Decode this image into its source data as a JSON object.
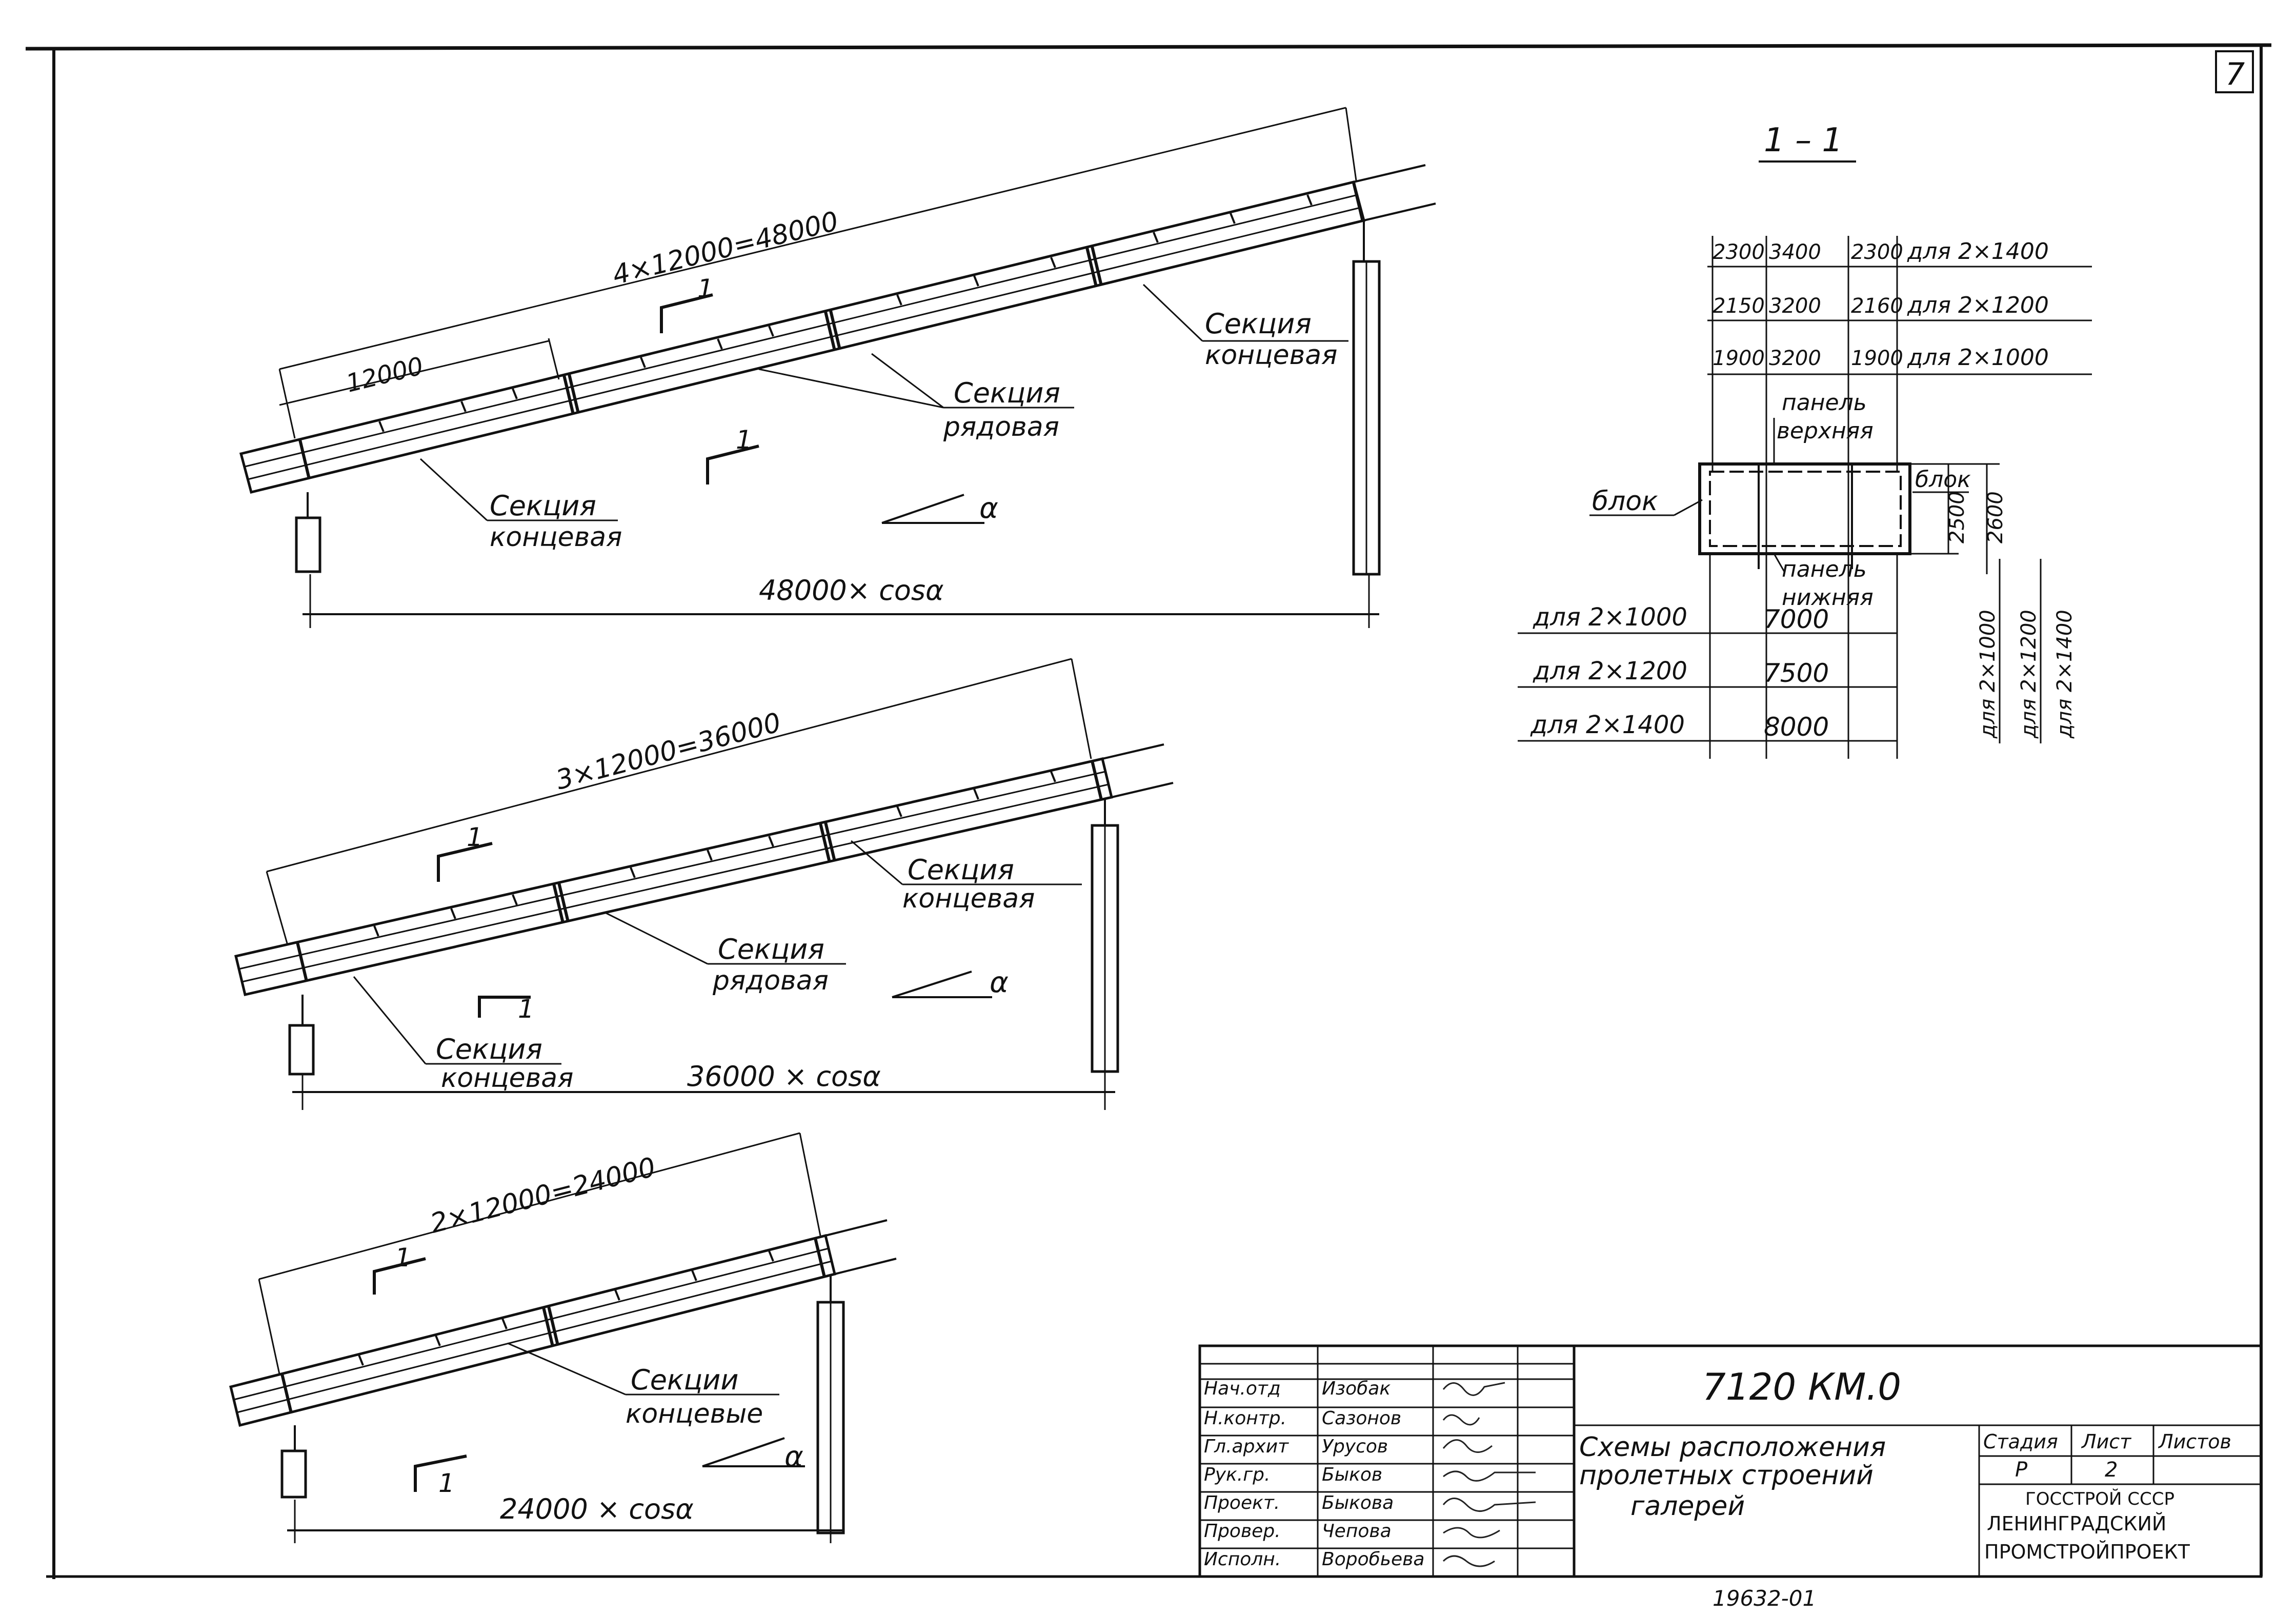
{
  "sheet": {
    "page_number": "7",
    "bottom_code": "19632-01"
  },
  "section": {
    "title": "1 – 1",
    "dims_rows": [
      {
        "a": "2300",
        "b": "3400",
        "c": "2300",
        "label": "для 2×1400"
      },
      {
        "a": "2150",
        "b": "3200",
        "c": "2160",
        "label": "для 2×1200"
      },
      {
        "a": "1900",
        "b": "3200",
        "c": "1900",
        "label": "для 2×1000"
      }
    ],
    "panel_top_1": "панель",
    "panel_top_2": "верхняя",
    "panel_bottom_1": "панель",
    "panel_bottom_2": "нижняя",
    "block_left": "блок",
    "block_right": "блок",
    "height_2500": "2500",
    "height_2600": "2600",
    "width_rows": [
      {
        "label": "для 2×1000",
        "value": "7000"
      },
      {
        "label": "для 2×1200",
        "value": "7500"
      },
      {
        "label": "для 2×1400",
        "value": "8000"
      }
    ],
    "vert_labels": [
      "для 2×1000",
      "для 2×1200",
      "для 2×1400"
    ]
  },
  "diagram1": {
    "top_dim": "4×12000=48000",
    "sub_dim": "12000",
    "section_mark": "1",
    "lbl_end_left_1": "Секция",
    "lbl_end_left_2": "концевая",
    "lbl_mid_1": "Секция",
    "lbl_mid_2": "рядовая",
    "lbl_end_right_1": "Секция",
    "lbl_end_right_2": "концевая",
    "alpha": "α",
    "bottom_dim": "48000× cosα"
  },
  "diagram2": {
    "top_dim": "3×12000=36000",
    "section_mark": "1",
    "lbl_end_left_1": "Секция",
    "lbl_end_left_2": "концевая",
    "lbl_mid_1": "Секция",
    "lbl_mid_2": "рядовая",
    "lbl_end_right_1": "Секция",
    "lbl_end_right_2": "концевая",
    "alpha": "α",
    "bottom_dim": "36000 × cosα"
  },
  "diagram3": {
    "top_dim": "2×12000=24000",
    "section_mark": "1",
    "lbl_1": "Секции",
    "lbl_2": "концевые",
    "alpha": "α",
    "bottom_dim": "24000 × cosα"
  },
  "title_block": {
    "roles": [
      "Нач.отд",
      "Н.контр.",
      "Гл.архит",
      "Рук.гр.",
      "Проект.",
      "Провер.",
      "Исполн."
    ],
    "names": [
      "Изобак",
      "Сазонов",
      "Урусов",
      "Быков",
      "Быкова",
      "Чепова",
      "Воробьева"
    ],
    "code": "7120 КМ.0",
    "desc_1": "Схемы расположения",
    "desc_2": "пролетных строений",
    "desc_3": "галерей",
    "h_stage": "Стадия",
    "h_sheet": "Лист",
    "h_sheets": "Листов",
    "stage": "Р",
    "sheet_num": "2",
    "org_1": "ГОССТРОЙ СССР",
    "org_2": "ЛЕНИНГРАДСКИЙ",
    "org_3": "ПРОМСТРОЙПРОЕКТ"
  }
}
